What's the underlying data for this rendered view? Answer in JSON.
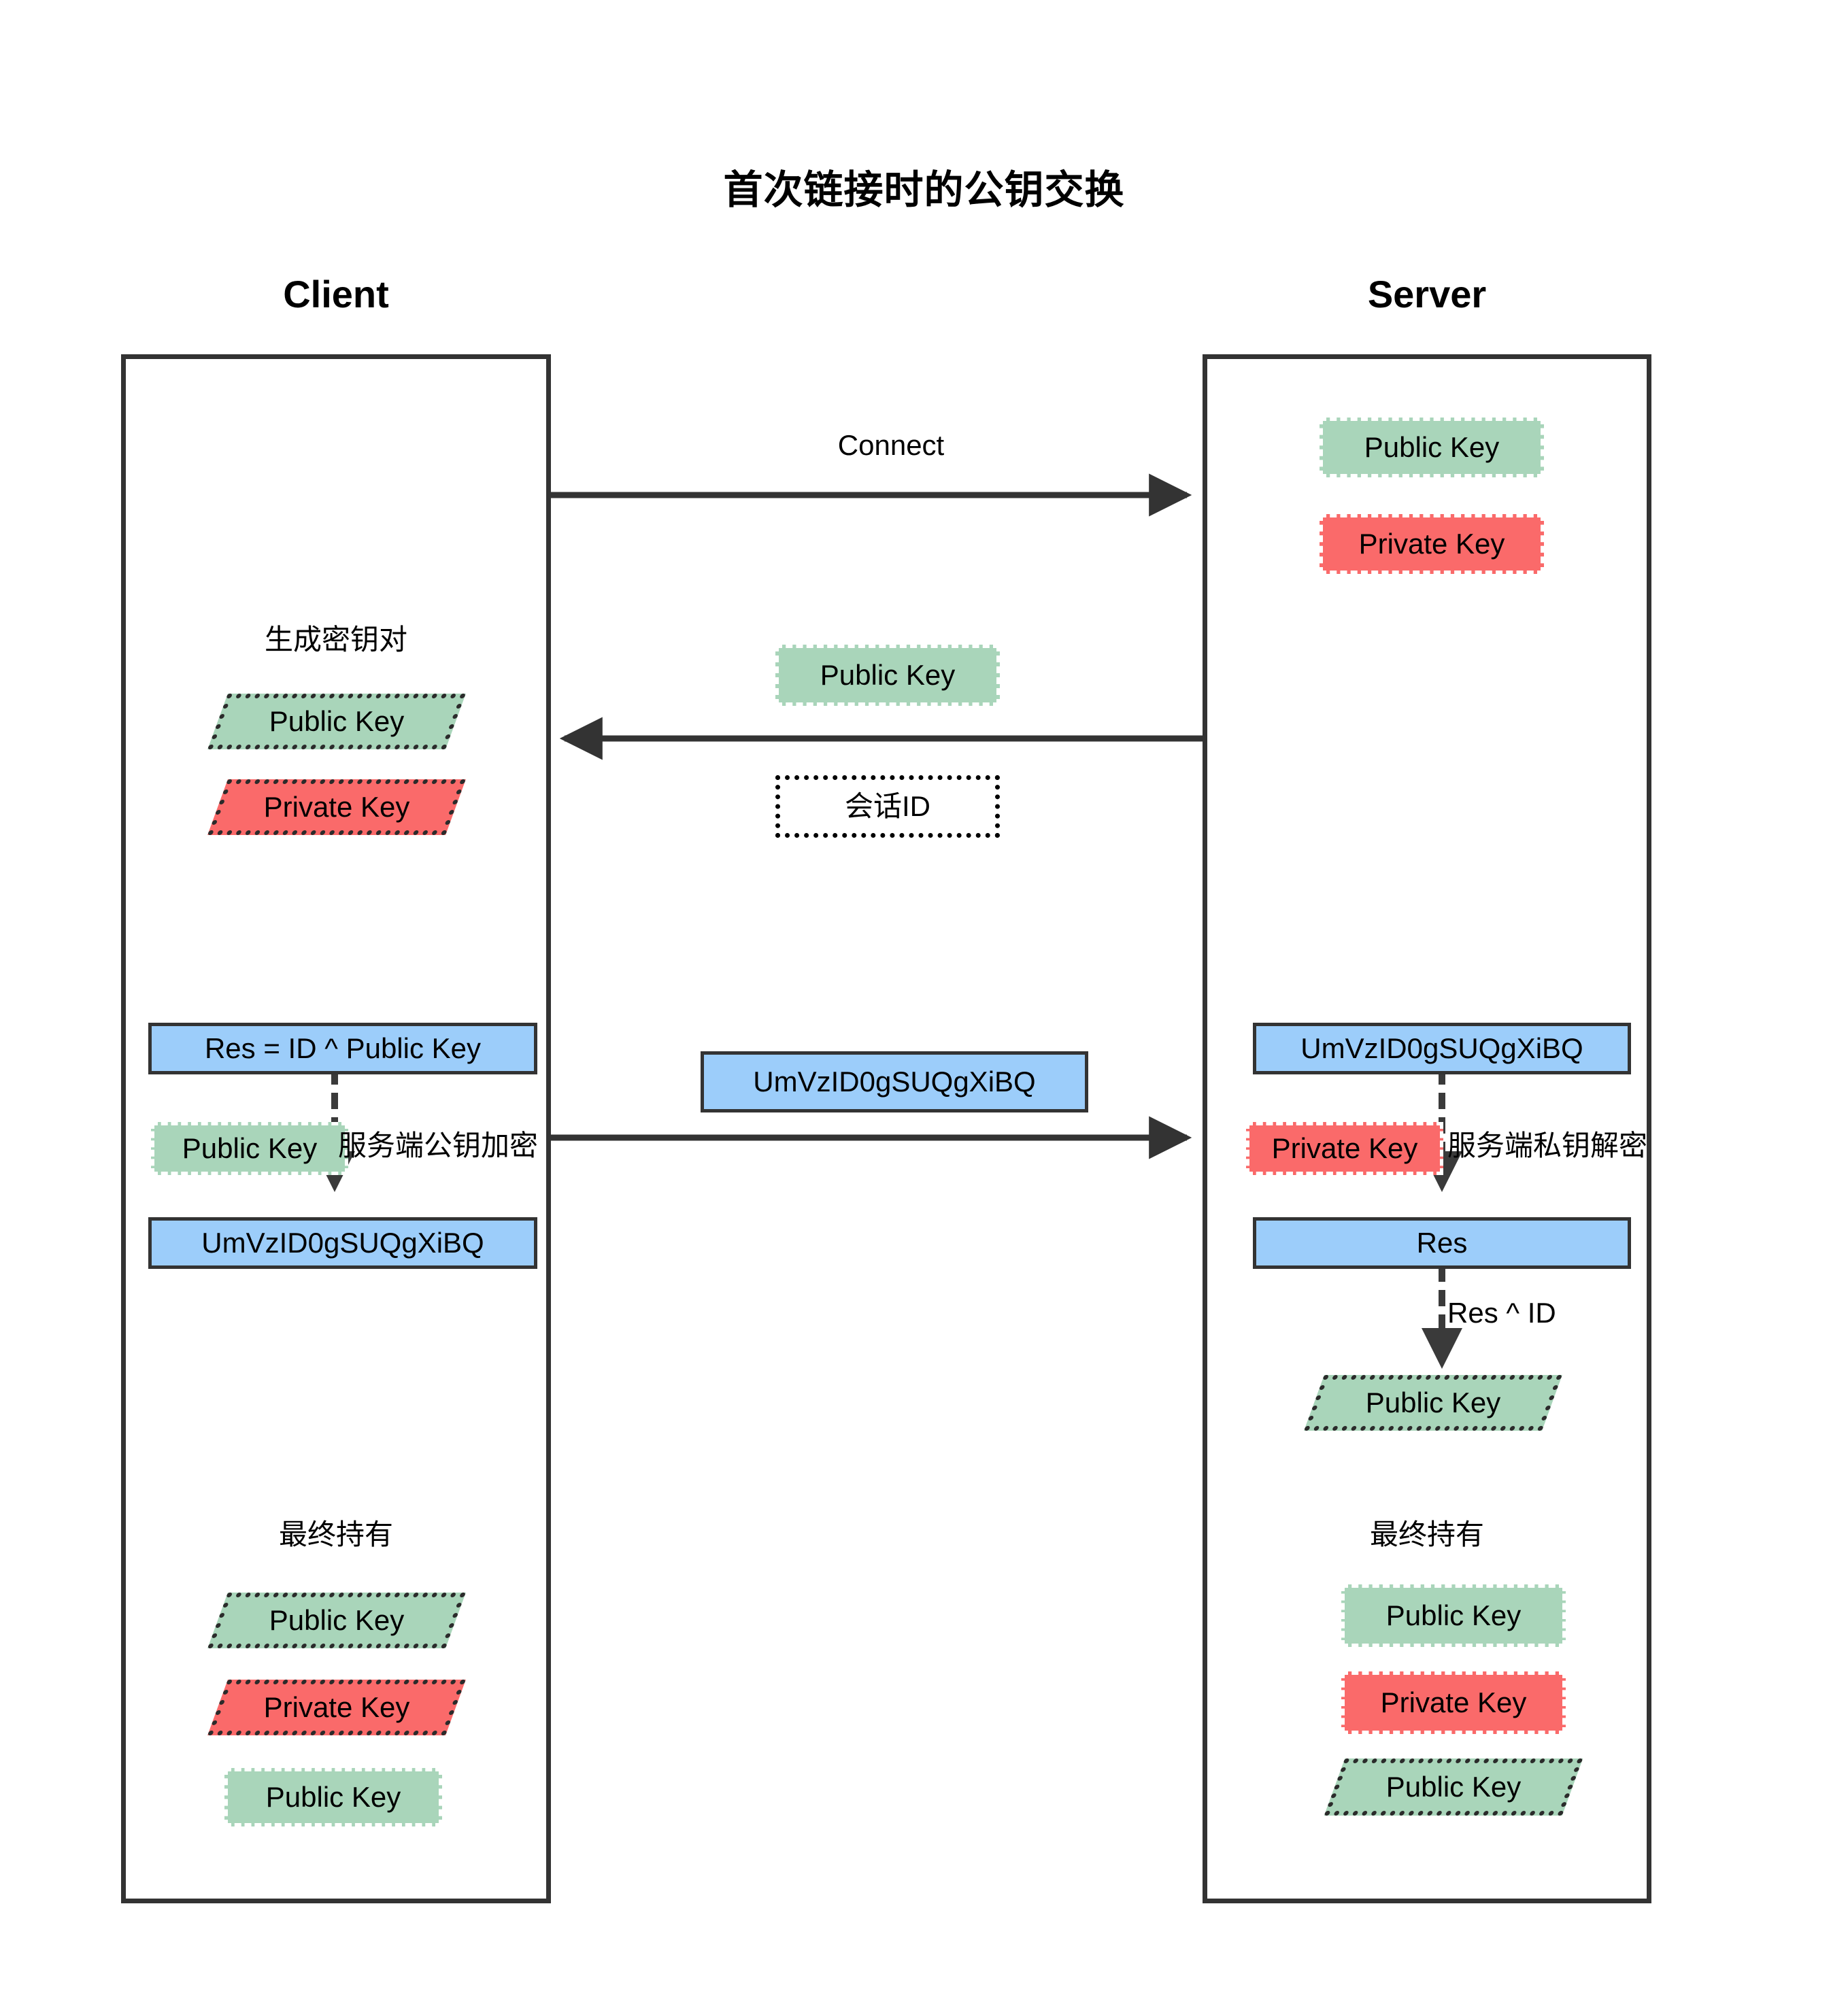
{
  "title": "首次链接时的公钥交换",
  "lanes": {
    "client": {
      "title": "Client"
    },
    "server": {
      "title": "Server"
    }
  },
  "labels": {
    "public_key": "Public Key",
    "private_key": "Private Key",
    "session_id": "会话ID",
    "generate_keypair": "生成密钥对",
    "final_hold": "最终持有",
    "connect": "Connect",
    "cipher": "UmVzID0gSUQgXiBQ",
    "res_expr": "Res = ID ^ Public Key",
    "res": "Res",
    "encrypt_note": "服务端公钥加密",
    "decrypt_note": "服务端私钥解密",
    "xor_note": "Res ^ ID"
  },
  "client": {
    "generate_section_label": "生成密钥对",
    "generated_keys": [
      {
        "label": "Public Key",
        "shape": "parallelogram",
        "color": "green"
      },
      {
        "label": "Private Key",
        "shape": "parallelogram",
        "color": "red"
      }
    ],
    "encrypt_step": {
      "input": "Res = ID ^ Public Key",
      "key_used": "Public Key",
      "note": "服务端公钥加密",
      "output": "UmVzID0gSUQgXiBQ"
    },
    "final_section_label": "最终持有",
    "final_holdings": [
      {
        "label": "Public Key",
        "shape": "parallelogram",
        "color": "green"
      },
      {
        "label": "Private Key",
        "shape": "parallelogram",
        "color": "red"
      },
      {
        "label": "Public Key",
        "shape": "rectangle",
        "color": "green"
      }
    ]
  },
  "server": {
    "own_keys": [
      {
        "label": "Public Key",
        "shape": "rectangle",
        "color": "green"
      },
      {
        "label": "Private Key",
        "shape": "rectangle",
        "color": "red"
      }
    ],
    "decrypt_step": {
      "input": "UmVzID0gSUQgXiBQ",
      "key_used": "Private Key",
      "note": "服务端私钥解密",
      "output": "Res",
      "xor_note": "Res ^ ID",
      "recovered": "Public Key"
    },
    "final_section_label": "最终持有",
    "final_holdings": [
      {
        "label": "Public Key",
        "shape": "rectangle",
        "color": "green"
      },
      {
        "label": "Private Key",
        "shape": "rectangle",
        "color": "red"
      },
      {
        "label": "Public Key",
        "shape": "parallelogram",
        "color": "green"
      }
    ]
  },
  "messages": [
    {
      "label": "Connect",
      "direction": "client-to-server"
    },
    {
      "label": "Public Key",
      "direction": "server-to-client",
      "payload_shape": "rectangle",
      "color": "green"
    },
    {
      "label": "会话ID",
      "direction": "server-to-client",
      "payload_shape": "rectangle-dotted"
    },
    {
      "label": "UmVzID0gSUQgXiBQ",
      "direction": "client-to-server",
      "payload_shape": "rectangle",
      "color": "blue"
    }
  ],
  "colors": {
    "green": "#a9d5ba",
    "red": "#fa6a6a",
    "blue": "#9ccdfa",
    "stroke": "#333333",
    "background": "#ffffff"
  }
}
